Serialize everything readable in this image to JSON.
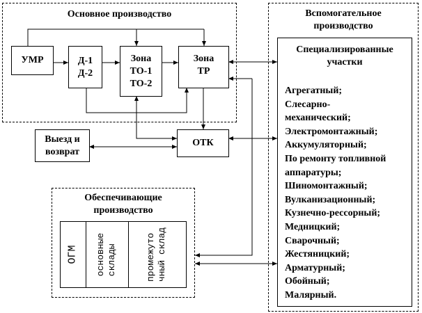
{
  "main": {
    "title": "Основное производство",
    "umr": "УМР",
    "d_lines": [
      "Д-1",
      "Д-2"
    ],
    "to_lines": [
      "Зона",
      "ТО-1",
      "ТО-2"
    ],
    "tr_lines": [
      "Зона",
      "ТР"
    ]
  },
  "otk": "ОТК",
  "exit_lines": [
    "Выезд и",
    "возврат"
  ],
  "support": {
    "title_lines": [
      "Обеспечивающие",
      "производство"
    ],
    "cells": [
      {
        "lines": [
          "ОГМ"
        ]
      },
      {
        "lines": [
          "основные",
          "склады"
        ]
      },
      {
        "lines": [
          "промежуто",
          "чный склад"
        ]
      }
    ]
  },
  "auxiliary": {
    "title_lines": [
      "Вспомогательное",
      "производство"
    ],
    "specialized_title_lines": [
      "Специализированные",
      "участки"
    ],
    "items": [
      "Агрегатный;",
      "Слесарно-",
      "механический;",
      "Электромонтажный;",
      "Аккумуляторный;",
      "По ремонту топливной",
      "аппаратуры;",
      "Шиномонтажный;",
      "Вулканизационный;",
      "Кузнечно-рессорный;",
      "Медницкий;",
      "Сварочный;",
      "Жестяницкий;",
      "Арматурный;",
      "Обойный;",
      "Малярный."
    ]
  }
}
